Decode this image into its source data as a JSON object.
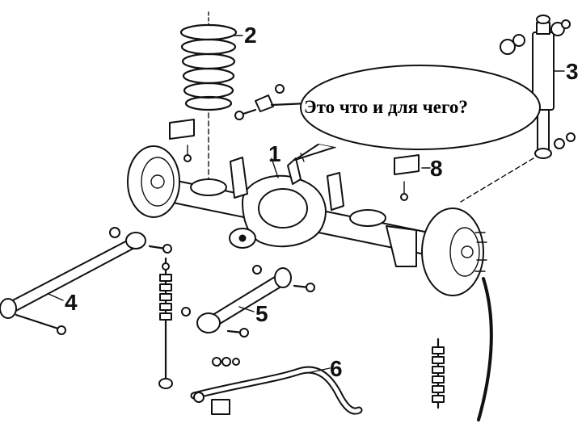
{
  "callouts": [
    {
      "id": "1",
      "label": "1"
    },
    {
      "id": "2",
      "label": "2"
    },
    {
      "id": "3",
      "label": "3"
    },
    {
      "id": "4",
      "label": "4"
    },
    {
      "id": "5",
      "label": "5"
    },
    {
      "id": "6",
      "label": "6"
    },
    {
      "id": "8",
      "label": "8"
    }
  ],
  "speech_bubble": {
    "text": "Это что и для чего?"
  },
  "colors": {
    "ink": "#111111",
    "paper": "#ffffff"
  }
}
